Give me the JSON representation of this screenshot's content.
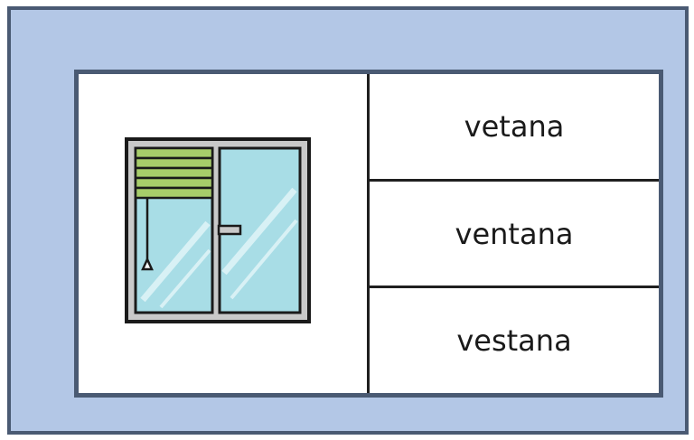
{
  "picture": {
    "icon": "window-with-blind-icon"
  },
  "options": [
    {
      "label": "vetana"
    },
    {
      "label": "ventana"
    },
    {
      "label": "vestana"
    }
  ],
  "colors": {
    "frame_bg": "#b3c7e6",
    "frame_border": "#4a5a73",
    "glass": "#a8dde6",
    "blind": "#a7cd6a",
    "window_frame": "#c9c9c9"
  }
}
